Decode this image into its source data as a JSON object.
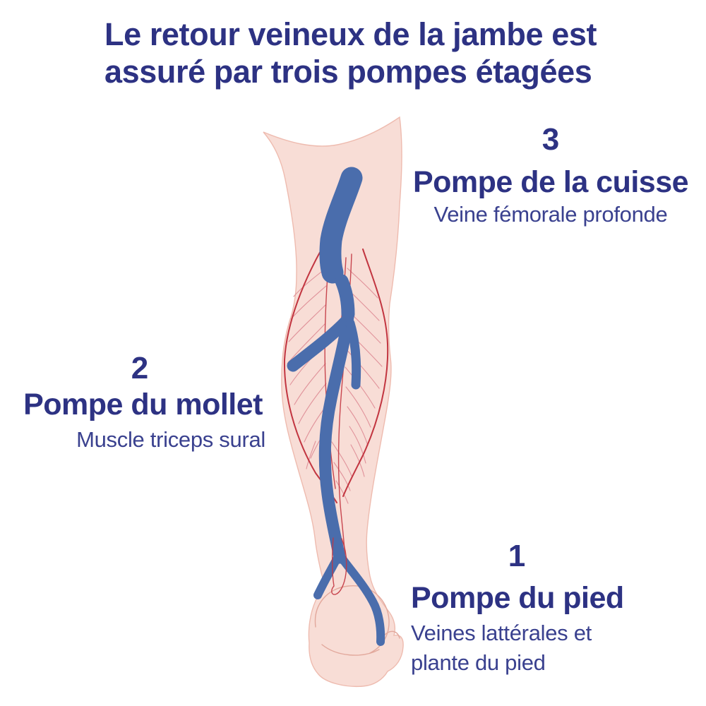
{
  "title": {
    "line1": "Le retour veineux de la jambe est",
    "line2": "assuré par trois pompes étagées"
  },
  "labels": [
    {
      "id": "pompe-cuisse",
      "number": "3",
      "name": "Pompe de la cuisse",
      "detail": "Veine fémorale profonde"
    },
    {
      "id": "pompe-mollet",
      "number": "2",
      "name": "Pompe du mollet",
      "detail": "Muscle triceps sural"
    },
    {
      "id": "pompe-pied",
      "number": "1",
      "name": "Pompe du pied",
      "detail": "Veines lattérales et plante du pied"
    }
  ],
  "illustration": {
    "name": "posterior-leg-with-deep-veins",
    "parts": [
      "skin-silhouette",
      "calf-muscle-outline",
      "muscle-fiber-lines",
      "deep-vein",
      "ankle-vein-loop",
      "heel-creases"
    ]
  },
  "colors": {
    "navy": "#2d3283",
    "navy_light": "#3a418f",
    "skin": "#f8ddd6",
    "skin_edge": "#eebbaf",
    "vein_blue": "#4a6dac",
    "muscle_red": "#c23540",
    "feather_red": "#e0929a",
    "crease_pink": "#e2a89c",
    "background": "#ffffff"
  }
}
